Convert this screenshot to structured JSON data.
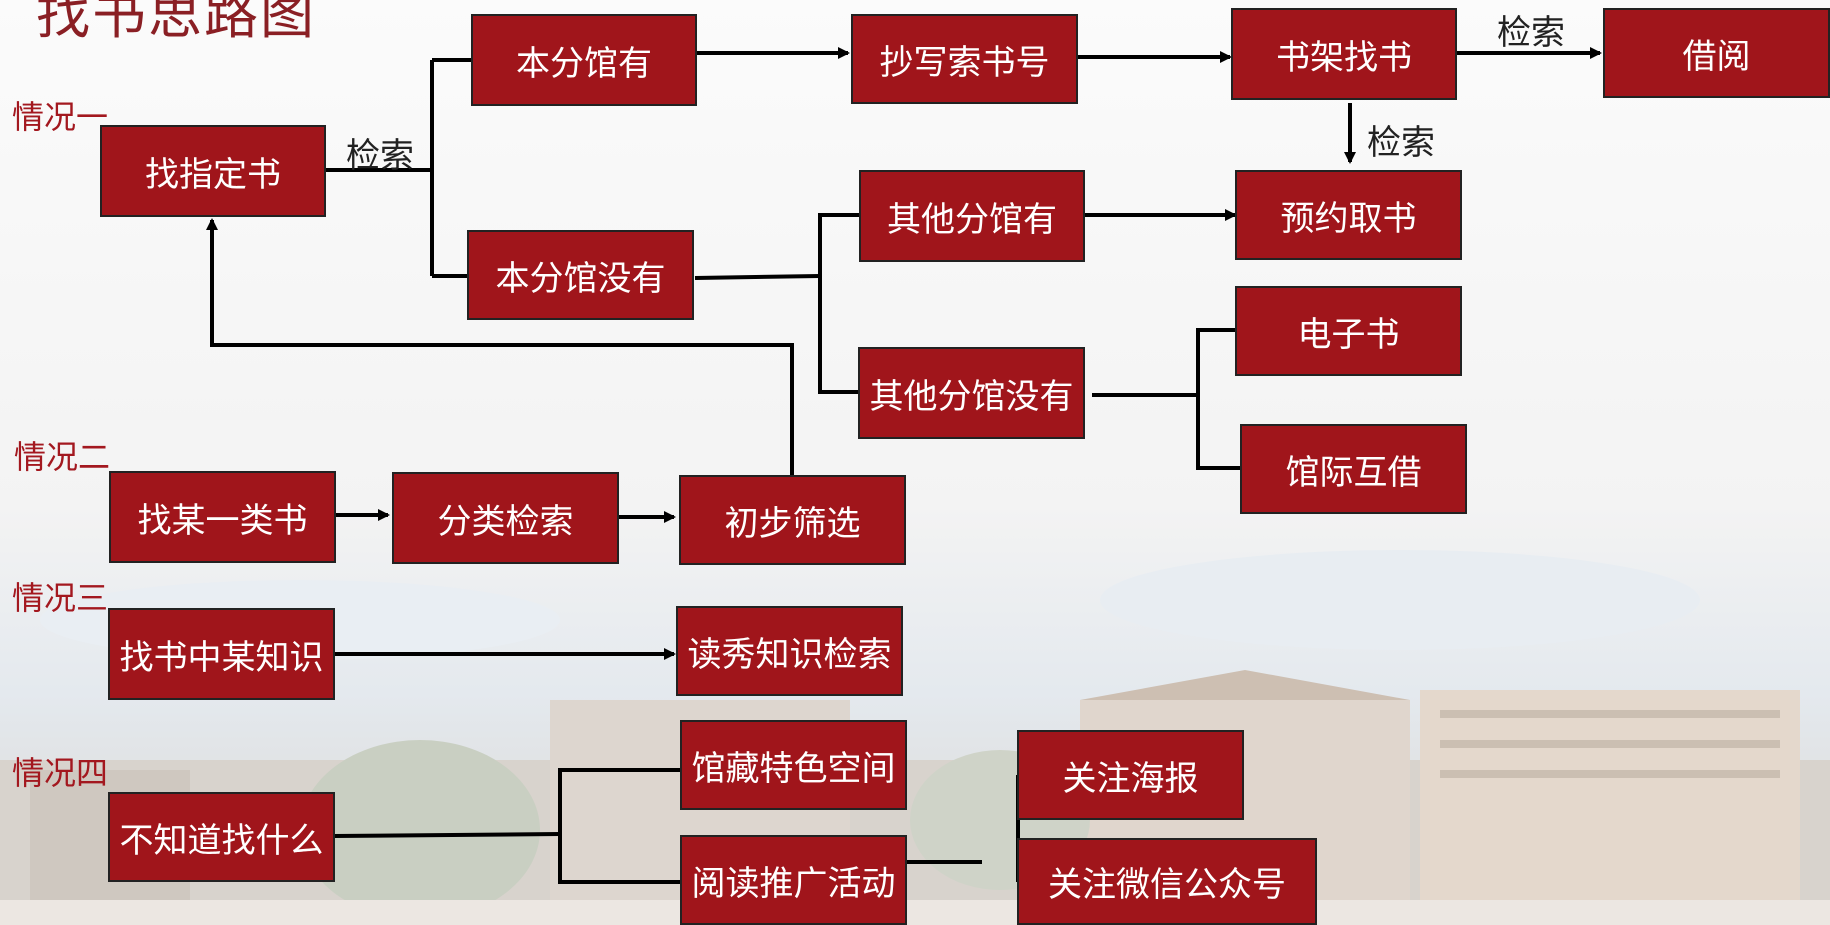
{
  "title": "找书思路图",
  "cases": {
    "case1": "情况一",
    "case2": "情况二",
    "case3": "情况三",
    "case4": "情况四"
  },
  "nodes": {
    "find_specific_book": "找指定书",
    "branch_has": "本分馆有",
    "copy_call_number": "抄写索书号",
    "shelf_find": "书架找书",
    "borrow": "借阅",
    "branch_not_have": "本分馆没有",
    "other_branch_has": "其他分馆有",
    "reserve_pickup": "预约取书",
    "other_branch_not_have": "其他分馆没有",
    "ebook": "电子书",
    "interlibrary_loan": "馆际互借",
    "find_category_book": "找某一类书",
    "classification_search": "分类检索",
    "initial_filter": "初步筛选",
    "find_knowledge_in_book": "找书中某知识",
    "duxiu_search": "读秀知识检索",
    "unknown_what": "不知道找什么",
    "special_space": "馆藏特色空间",
    "reading_promotion": "阅读推广活动",
    "follow_poster": "关注海报",
    "follow_wechat": "关注微信公众号"
  },
  "edge_labels": {
    "search_1": "检索",
    "search_2": "检索",
    "search_3": "检索"
  },
  "colors": {
    "box_fill": "#a0151b",
    "case_text": "#a3181f",
    "title_text": "#8a1f24"
  }
}
